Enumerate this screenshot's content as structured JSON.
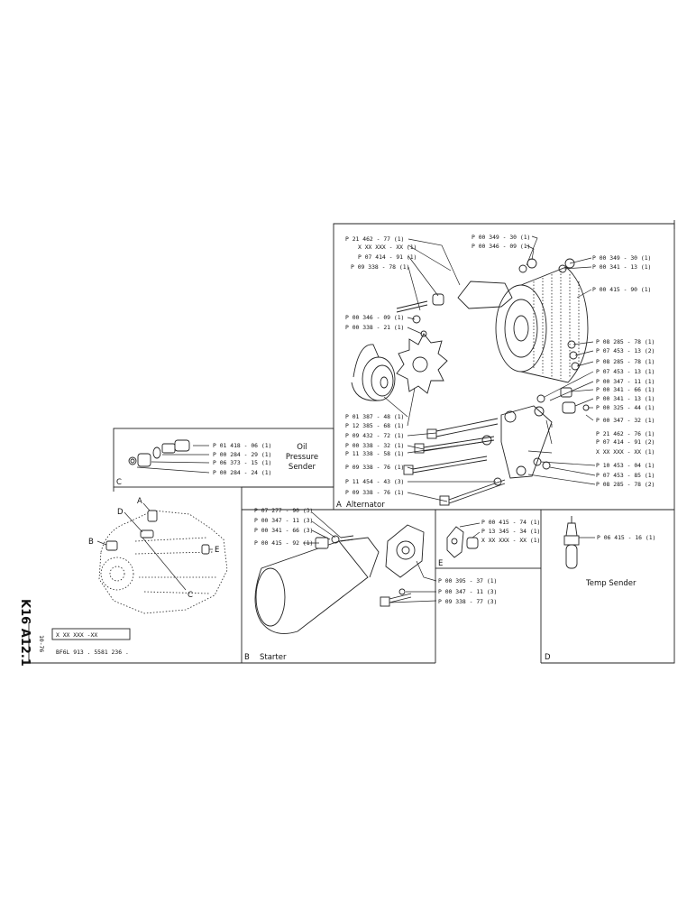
{
  "sheet": {
    "vertical_ref": "K16 A12.1",
    "date_code": "10-76",
    "serial_box": "X XX XXX -XX",
    "engine_line": "BF6L 913 . 5581 236 ."
  },
  "sections": {
    "A": {
      "letter": "A",
      "title": "Alternator"
    },
    "B": {
      "letter": "B",
      "title": "Starter"
    },
    "C": {
      "letter": "C",
      "title_lines": [
        "Oil",
        "Pressure",
        "Sender"
      ]
    },
    "D": {
      "letter": "D",
      "title": "Temp Sender"
    },
    "E": {
      "letter": "E"
    }
  },
  "engine_markers": [
    "A",
    "B",
    "C",
    "D",
    "E"
  ],
  "callouts": {
    "A": [
      "P 21 462 - 77 (1)",
      "X XX XXX - XX (1)",
      "P 07 414 - 91 (1)",
      "P 09 338 - 78 (1)",
      "P 00 349 - 30 (1)",
      "P 00 346 - 09 (1)",
      "P 00 349 - 30 (1)",
      "P 00 341 - 13 (1)",
      "P 00 415 - 90 (1)",
      "P 00 346 - 09 (1)",
      "P 00 338 - 21 (1)",
      "P 08 285 - 78 (1)",
      "P 07 453 - 13 (2)",
      "P 08 285 - 78 (1)",
      "P 07 453 - 13 (1)",
      "P 00 347 - 11 (1)",
      "P 00 341 - 66 (1)",
      "P 00 341 - 13 (1)",
      "P 00 325 - 44 (1)",
      "P 00 347 - 32 (1)",
      "P 01 387 - 48 (1)",
      "P 12 385 - 68 (1)",
      "P 09 432 - 72 (1)",
      "P 00 338 - 32 (1)",
      "P 11 338 - 58 (1)",
      "P 21 462 - 76 (1)",
      "P 07 414 - 91 (2)",
      "X XX XXX - XX (1)",
      "P 09 338 - 76 (1)",
      "P 10 453 - 04 (1)",
      "P 07 453 - 85 (1)",
      "P 11 454 - 43 (3)",
      "P 09 338 - 76 (1)",
      "P 08 285 - 78 (2)"
    ],
    "C": [
      "P 01 418 - 06 (1)",
      "P 00 284 - 29 (1)",
      "P 06 373 - 15 (1)",
      "P 00 284 - 24 (1)"
    ],
    "B": [
      "P 07 277 - 90 (3)",
      "P 00 347 - 11 (3)",
      "P 00 341 - 66 (3)",
      "P 00 415 - 92 (1)",
      "P 00 395 - 37 (1)",
      "P 00 347 - 11 (3)",
      "P 09 338 - 77 (3)"
    ],
    "E": [
      "P 00 415 - 74 (1)",
      "P 13 345 - 34 (1)",
      "X XX XXX - XX (1)"
    ],
    "D": [
      "P 06 415 - 16 (1)"
    ]
  }
}
